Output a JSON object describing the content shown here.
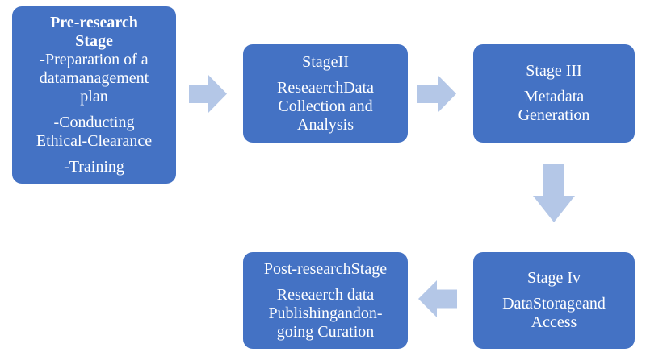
{
  "colors": {
    "box_fill": "#4472c4",
    "box_text": "#ffffff",
    "arrow_fill": "#b4c7e7"
  },
  "stages": {
    "pre": {
      "title_line1": "Pre-research",
      "title_line2": "Stage",
      "item1_line1": "-Preparation of a",
      "item1_line2": "datamanagement",
      "item1_line3": "plan",
      "item2_line1": "-Conducting",
      "item2_line2": "Ethical-Clearance",
      "item3": "-Training"
    },
    "stage2": {
      "title": "StageII",
      "line1": "ReseaerchData",
      "line2": "Collection and",
      "line3": "Analysis"
    },
    "stage3": {
      "title": "Stage III",
      "line1": "Metadata",
      "line2": "Generation"
    },
    "stage4": {
      "title": "Stage Iv",
      "line1": "DataStorageand",
      "line2": "Access"
    },
    "post": {
      "title": "Post-researchStage",
      "line1": "Reseaerch data",
      "line2": "Publishingandon-",
      "line3": "going Curation"
    }
  }
}
